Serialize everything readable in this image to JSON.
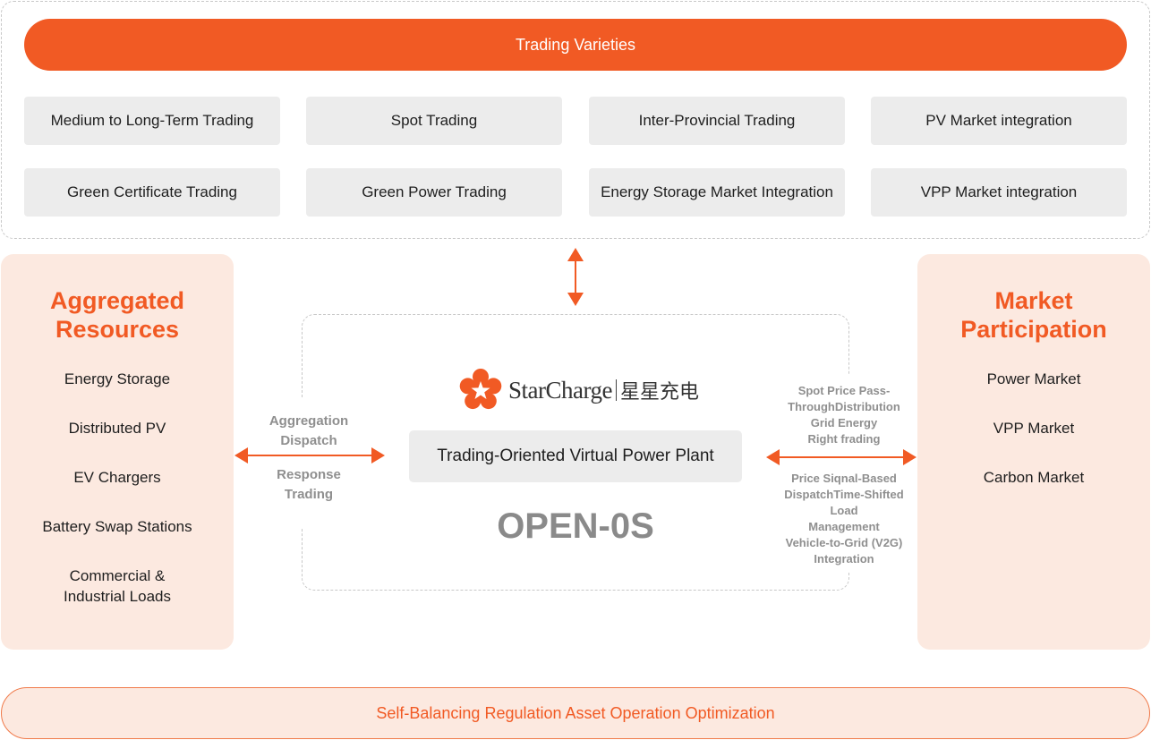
{
  "trading_varieties": {
    "title": "Trading Varieties",
    "items": [
      "Medium to Long-Term Trading",
      "Spot Trading",
      "Inter-Provincial Trading",
      "PV Market integration",
      "Green Certificate Trading",
      "Green Power Trading",
      "Energy Storage Market Integration",
      "VPP Market integration"
    ]
  },
  "aggregated_resources": {
    "title_line1": "Aggregated",
    "title_line2": "Resources",
    "items": [
      "Energy Storage",
      "Distributed PV",
      "EV Chargers",
      "Battery Swap Stations",
      "Commercial &",
      "Industrial Loads"
    ]
  },
  "market_participation": {
    "title_line1": "Market",
    "title_line2": "Participation",
    "items": [
      "Power Market",
      "VPP Market",
      "Carbon Market"
    ]
  },
  "center": {
    "logo_text": "StarCharge",
    "logo_cn": "星星充电",
    "vpp_label": "Trading-Oriented Virtual Power Plant",
    "os_label": "OPEN-0S"
  },
  "left_connector": {
    "top_lines": [
      "Aggregation",
      "Dispatch"
    ],
    "bottom_lines": [
      "Response",
      "Trading"
    ]
  },
  "right_connector": {
    "top_lines": [
      "Spot Price Pass-",
      "ThroughDistribution",
      "Grid Energy",
      "Right frading"
    ],
    "bottom_lines": [
      "Price Siqnal-Based",
      "DispatchTime-Shifted",
      "Load",
      "Management",
      "Vehicle-to-Grid (V2G)",
      "Integration"
    ]
  },
  "bottom_bar": {
    "label": "Self-Balancing Regulation Asset Operation Optimization"
  },
  "colors": {
    "accent": "#f15a24",
    "panel_bg": "#fce9e0",
    "chip_bg": "#ececec",
    "muted_text": "#8f8f8f"
  }
}
